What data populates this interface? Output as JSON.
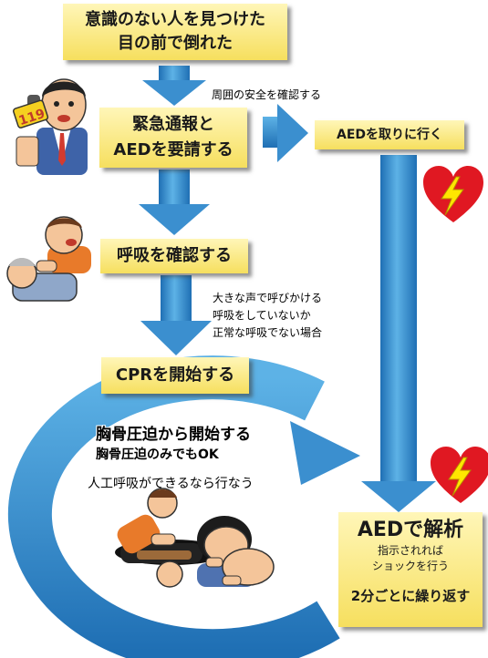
{
  "nodes": {
    "start": {
      "lines": [
        "意識のない人を見つけた",
        "目の前で倒れた"
      ]
    },
    "call": {
      "lines": [
        "緊急通報と",
        "AEDを要請する"
      ]
    },
    "aed_fetch": {
      "label": "AEDを取りに行く"
    },
    "breath": {
      "label": "呼吸を確認する"
    },
    "cpr": {
      "label": "CPRを開始する"
    },
    "aed_analysis": {
      "title": "AEDで解析",
      "sub_lines": [
        "指示されれば",
        "ショックを行う"
      ],
      "repeat": "2分ごとに繰り返す"
    }
  },
  "notes": {
    "safety": "周囲の安全を確認する",
    "breath_checks": [
      "大きな声で呼びかける",
      "呼吸をしていないか",
      "正常な呼吸でない場合"
    ],
    "cpr_start": "胸骨圧迫から開始する",
    "compression_only": "胸骨圧迫のみでもOK",
    "rescue_breath": "人工呼吸ができるなら行なう"
  },
  "icons": {
    "phone_badge": "119",
    "phone_caller": "person-calling-icon",
    "checker": "person-checking-icon",
    "aed_heart": "heart-lightning-icon",
    "cpr_people": "cpr-illustration-icon"
  },
  "colors": {
    "box_top": "#fff6b8",
    "box_bottom": "#f6df5e",
    "arrow_light": "#4fa3dd",
    "arrow_dark": "#1f6fb4",
    "heart": "#e01822",
    "bolt": "#ffe600"
  }
}
